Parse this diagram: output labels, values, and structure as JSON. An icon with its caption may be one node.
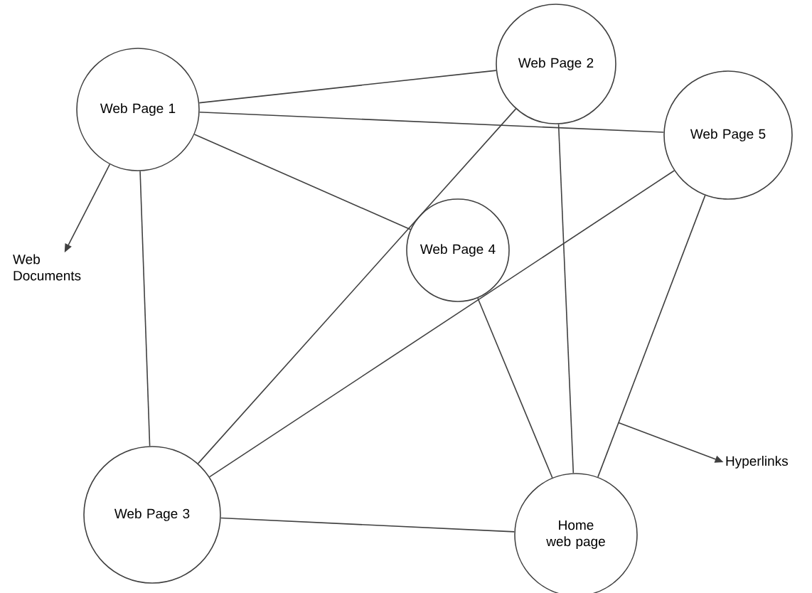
{
  "diagram": {
    "nodes": [
      {
        "text": [
          "Web Page 1"
        ]
      },
      {
        "text": [
          "Web Page 2"
        ]
      },
      {
        "text": [
          "Web Page 5"
        ]
      },
      {
        "text": [
          "Web Documents"
        ]
      },
      {
        "text": [
          "Web Page 4"
        ]
      },
      {
        "text": [
          "Web Page 3"
        ]
      },
      {
        "text": [
          "Home web page"
        ]
      },
      {
        "text": [
          "Hyperlinks"
        ]
      }
    ],
    "edges": [
      {
        "from": 0,
        "to": 1,
        "arrow": "none"
      },
      {
        "from": 0,
        "to": 2,
        "arrow": "none"
      },
      {
        "from": 0,
        "to": 4,
        "arrow": "none"
      },
      {
        "from": 0,
        "to": 5,
        "arrow": "none"
      },
      {
        "from": 0,
        "to": 3,
        "arrow": "to"
      },
      {
        "from": 1,
        "to": 5,
        "arrow": "none"
      },
      {
        "from": 1,
        "to": 6,
        "arrow": "none"
      },
      {
        "from": 2,
        "to": 5,
        "arrow": "none"
      },
      {
        "from": 2,
        "to": 6,
        "arrow": "none"
      },
      {
        "from": 4,
        "to": 6,
        "arrow": "none"
      },
      {
        "from": 5,
        "to": 6,
        "arrow": "none"
      },
      {
        "from": null,
        "to": 7,
        "arrow": "to"
      }
    ]
  }
}
